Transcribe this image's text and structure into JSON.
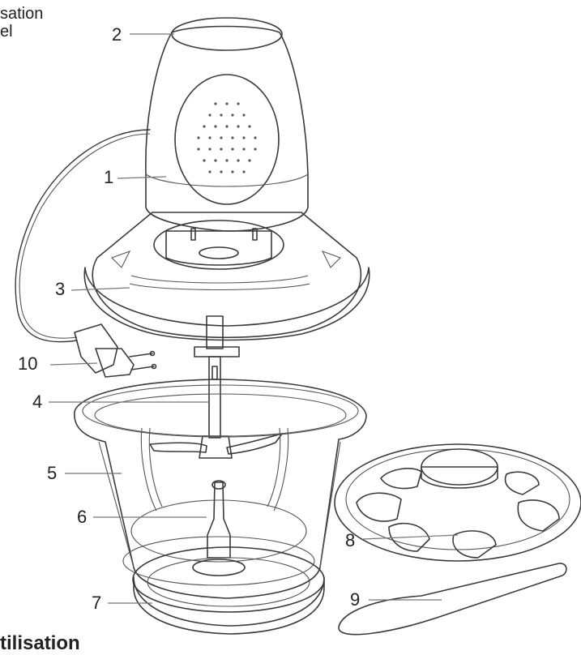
{
  "header_fragment": {
    "line1": "sation",
    "line2": "el"
  },
  "footer_fragment": "tilisation",
  "callouts": [
    {
      "id": "1",
      "label": "1"
    },
    {
      "id": "2",
      "label": "2"
    },
    {
      "id": "3",
      "label": "3"
    },
    {
      "id": "4",
      "label": "4"
    },
    {
      "id": "5",
      "label": "5"
    },
    {
      "id": "6",
      "label": "6"
    },
    {
      "id": "7",
      "label": "7"
    },
    {
      "id": "8",
      "label": "8"
    },
    {
      "id": "9",
      "label": "9"
    },
    {
      "id": "10",
      "label": "10"
    }
  ],
  "colors": {
    "outline": "#3a3a3a",
    "fill_light": "#f4f4f4",
    "fill_grey": "#b0b0b0",
    "fill_dark": "#6b6b6b",
    "leader": "#777777"
  }
}
